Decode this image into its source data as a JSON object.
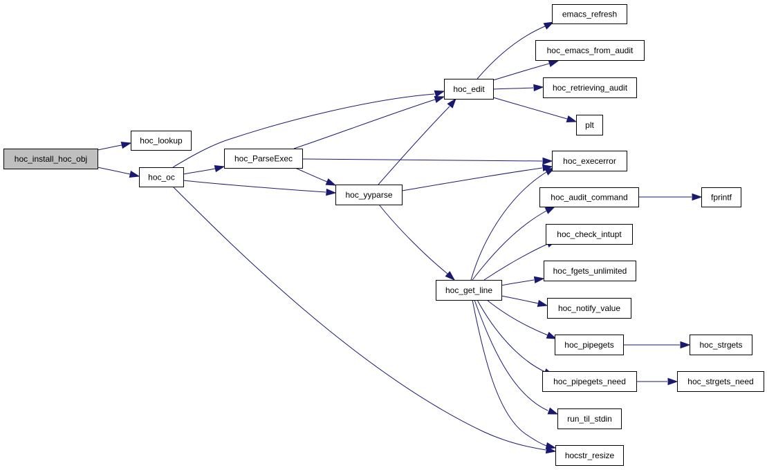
{
  "nodes": [
    {
      "id": "hoc_install_hoc_obj",
      "label": "hoc_install_hoc_obj",
      "highlighted": true
    },
    {
      "id": "hoc_lookup",
      "label": "hoc_lookup"
    },
    {
      "id": "hoc_oc",
      "label": "hoc_oc"
    },
    {
      "id": "hoc_ParseExec",
      "label": "hoc_ParseExec"
    },
    {
      "id": "hoc_yyparse",
      "label": "hoc_yyparse"
    },
    {
      "id": "hoc_edit",
      "label": "hoc_edit"
    },
    {
      "id": "emacs_refresh",
      "label": "emacs_refresh"
    },
    {
      "id": "hoc_emacs_from_audit",
      "label": "hoc_emacs_from_audit"
    },
    {
      "id": "hoc_retrieving_audit",
      "label": "hoc_retrieving_audit"
    },
    {
      "id": "plt",
      "label": "plt"
    },
    {
      "id": "hoc_execerror",
      "label": "hoc_execerror"
    },
    {
      "id": "hoc_audit_command",
      "label": "hoc_audit_command"
    },
    {
      "id": "fprintf",
      "label": "fprintf"
    },
    {
      "id": "hoc_check_intupt",
      "label": "hoc_check_intupt"
    },
    {
      "id": "hoc_get_line",
      "label": "hoc_get_line"
    },
    {
      "id": "hoc_fgets_unlimited",
      "label": "hoc_fgets_unlimited"
    },
    {
      "id": "hoc_notify_value",
      "label": "hoc_notify_value"
    },
    {
      "id": "hoc_pipegets",
      "label": "hoc_pipegets"
    },
    {
      "id": "hoc_strgets",
      "label": "hoc_strgets"
    },
    {
      "id": "hoc_pipegets_need",
      "label": "hoc_pipegets_need"
    },
    {
      "id": "hoc_strgets_need",
      "label": "hoc_strgets_need"
    },
    {
      "id": "run_til_stdin",
      "label": "run_til_stdin"
    },
    {
      "id": "hocstr_resize",
      "label": "hocstr_resize"
    }
  ],
  "edges": [
    {
      "from": "hoc_install_hoc_obj",
      "to": "hoc_lookup"
    },
    {
      "from": "hoc_install_hoc_obj",
      "to": "hoc_oc"
    },
    {
      "from": "hoc_oc",
      "to": "hoc_edit"
    },
    {
      "from": "hoc_oc",
      "to": "hoc_ParseExec"
    },
    {
      "from": "hoc_oc",
      "to": "hoc_yyparse"
    },
    {
      "from": "hoc_oc",
      "to": "hocstr_resize"
    },
    {
      "from": "hoc_ParseExec",
      "to": "hoc_edit"
    },
    {
      "from": "hoc_ParseExec",
      "to": "hoc_execerror"
    },
    {
      "from": "hoc_ParseExec",
      "to": "hoc_yyparse"
    },
    {
      "from": "hoc_yyparse",
      "to": "hoc_edit"
    },
    {
      "from": "hoc_yyparse",
      "to": "hoc_execerror"
    },
    {
      "from": "hoc_yyparse",
      "to": "hoc_get_line"
    },
    {
      "from": "hoc_edit",
      "to": "emacs_refresh"
    },
    {
      "from": "hoc_edit",
      "to": "hoc_emacs_from_audit"
    },
    {
      "from": "hoc_edit",
      "to": "hoc_retrieving_audit"
    },
    {
      "from": "hoc_edit",
      "to": "plt"
    },
    {
      "from": "hoc_audit_command",
      "to": "fprintf"
    },
    {
      "from": "hoc_get_line",
      "to": "hoc_execerror"
    },
    {
      "from": "hoc_get_line",
      "to": "hoc_audit_command"
    },
    {
      "from": "hoc_get_line",
      "to": "hoc_check_intupt"
    },
    {
      "from": "hoc_get_line",
      "to": "hoc_fgets_unlimited"
    },
    {
      "from": "hoc_get_line",
      "to": "hoc_notify_value"
    },
    {
      "from": "hoc_get_line",
      "to": "hoc_pipegets"
    },
    {
      "from": "hoc_get_line",
      "to": "hoc_pipegets_need"
    },
    {
      "from": "hoc_get_line",
      "to": "run_til_stdin"
    },
    {
      "from": "hoc_get_line",
      "to": "hocstr_resize"
    },
    {
      "from": "hoc_pipegets",
      "to": "hoc_strgets"
    },
    {
      "from": "hoc_pipegets_need",
      "to": "hoc_strgets_need"
    }
  ],
  "colors": {
    "edge": "#191970",
    "root_fill": "#bfbfbf",
    "node_fill": "#ffffff",
    "node_stroke": "#000000"
  }
}
